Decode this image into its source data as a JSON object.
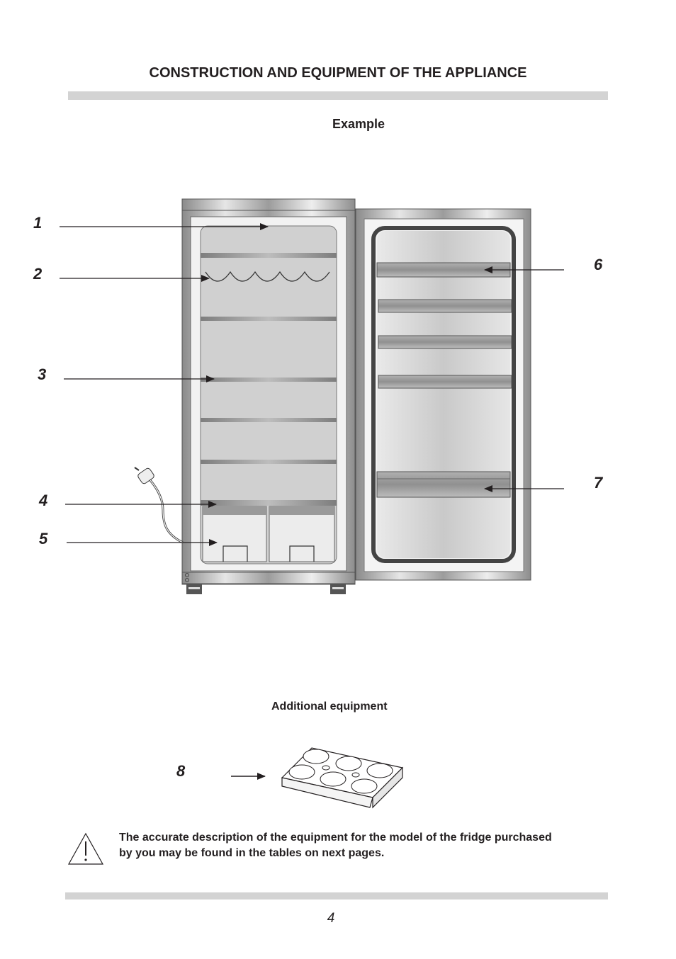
{
  "header": {
    "title": "CONSTRUCTION AND EQUIPMENT OF THE APPLIANCE"
  },
  "figure": {
    "caption": "Example",
    "callouts": [
      "1",
      "2",
      "3",
      "4",
      "5",
      "6",
      "7"
    ]
  },
  "additional": {
    "heading": "Additional equipment",
    "callout": "8"
  },
  "notice": {
    "icon": "warning-triangle-icon",
    "line1": "The accurate description of the equipment for the model of the fridge purchased",
    "line2": "by you may be found in the tables on next pages."
  },
  "footer": {
    "page_number": "4"
  }
}
